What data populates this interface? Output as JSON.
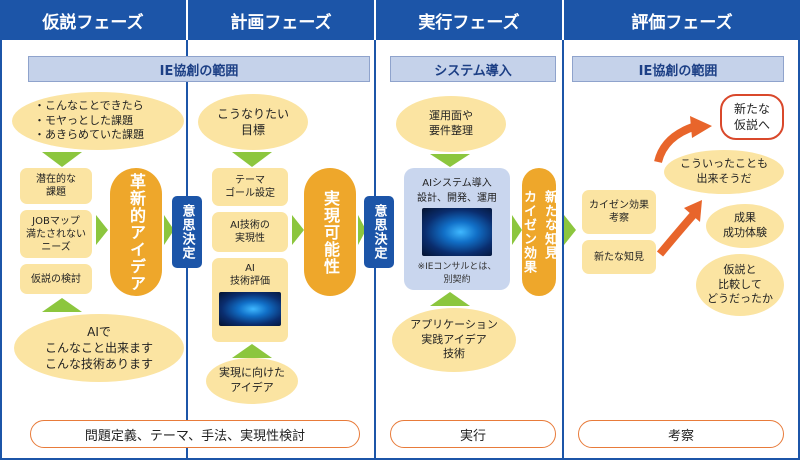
{
  "phases": [
    "仮説フェーズ",
    "計画フェーズ",
    "実行フェーズ",
    "評価フェーズ"
  ],
  "bands": {
    "ie_left": "IE協創の範囲",
    "system": "システム導入",
    "ie_right": "IE協創の範囲"
  },
  "hypothesis": {
    "top_list": [
      "・こんなことできたら",
      "・モヤっとした課題",
      "・あきらめていた課題"
    ],
    "boxes": [
      "潜在的な\n課題",
      "JOBマップ\n満たされない\nニーズ",
      "仮説の検討"
    ],
    "pill": "革新的アイデア",
    "bottom": [
      "AIで",
      "こんなこと出来ます",
      "こんな技術あります"
    ]
  },
  "decision": "意思決定",
  "plan": {
    "top": [
      "こうなりたい",
      "目標"
    ],
    "boxes": [
      "テーマ\nゴール設定",
      "AI技術の\n実現性",
      "AI\n技術評価"
    ],
    "pill": "実現可能性",
    "bottom": [
      "実現に向けた",
      "アイデア"
    ]
  },
  "execute": {
    "top": [
      "運用面や",
      "要件整理"
    ],
    "sys_title": "AIシステム導入",
    "sys_sub": "設計、開発、運用",
    "note": [
      "※IEコンサルとは、",
      "別契約"
    ],
    "pill_lines": [
      "新たな知見",
      "カイゼン効果"
    ],
    "bottom": [
      "アプリケーション",
      "実践アイデア",
      "技術"
    ]
  },
  "evaluate": {
    "boxes": [
      "カイゼン効果\n考察",
      "新たな知見"
    ],
    "blob1": [
      "こういったことも",
      "出来そうだ"
    ],
    "blob2": [
      "成果",
      "成功体験"
    ],
    "blob3": [
      "仮説と",
      "比較して",
      "どうだったか"
    ],
    "cloud": [
      "新たな",
      "仮説へ"
    ]
  },
  "footers": {
    "left": "問題定義、テーマ、手法、実現性検討",
    "middle": "実行",
    "right": "考察"
  },
  "colors": {
    "primary": "#1c55a8",
    "band": "#c5d2ea",
    "cream": "#fbe4a2",
    "orange": "#eea72b",
    "green": "#8cc63e",
    "accent": "#e8652b"
  },
  "icons": [
    "green-triangle-arrow",
    "curved-orange-arrow"
  ]
}
